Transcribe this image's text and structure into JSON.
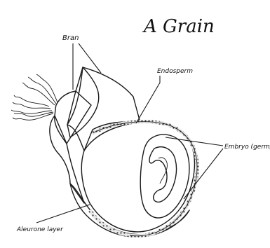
{
  "diagram": {
    "title": "A Grain",
    "labels": {
      "bran": "Bran",
      "endosperm": "Endosperm",
      "embryo": "Embryo (germ)",
      "aleurone": "Aleurone layer"
    }
  }
}
